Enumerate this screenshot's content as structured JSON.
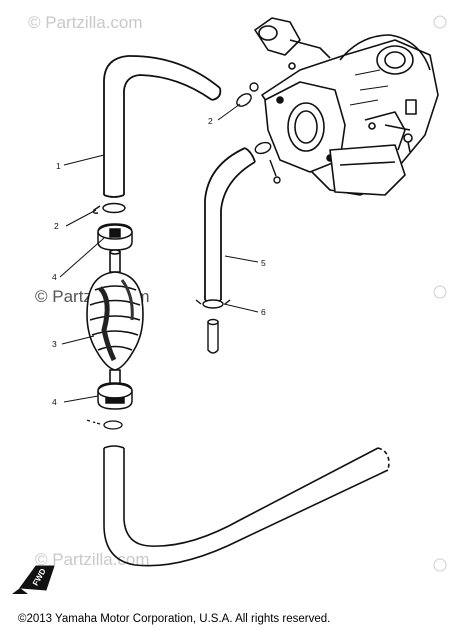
{
  "watermarks": {
    "top": "© Partzilla.com",
    "middle": "© Partzilla.com",
    "bottom": "© Partzilla.com",
    "corner_symbol": "©"
  },
  "callouts": [
    "1",
    "2",
    "2",
    "3",
    "4",
    "4",
    "5",
    "6"
  ],
  "fwd_label": "FWD",
  "copyright": "©2013  Yamaha Motor Corporation, U.S.A. All rights reserved."
}
